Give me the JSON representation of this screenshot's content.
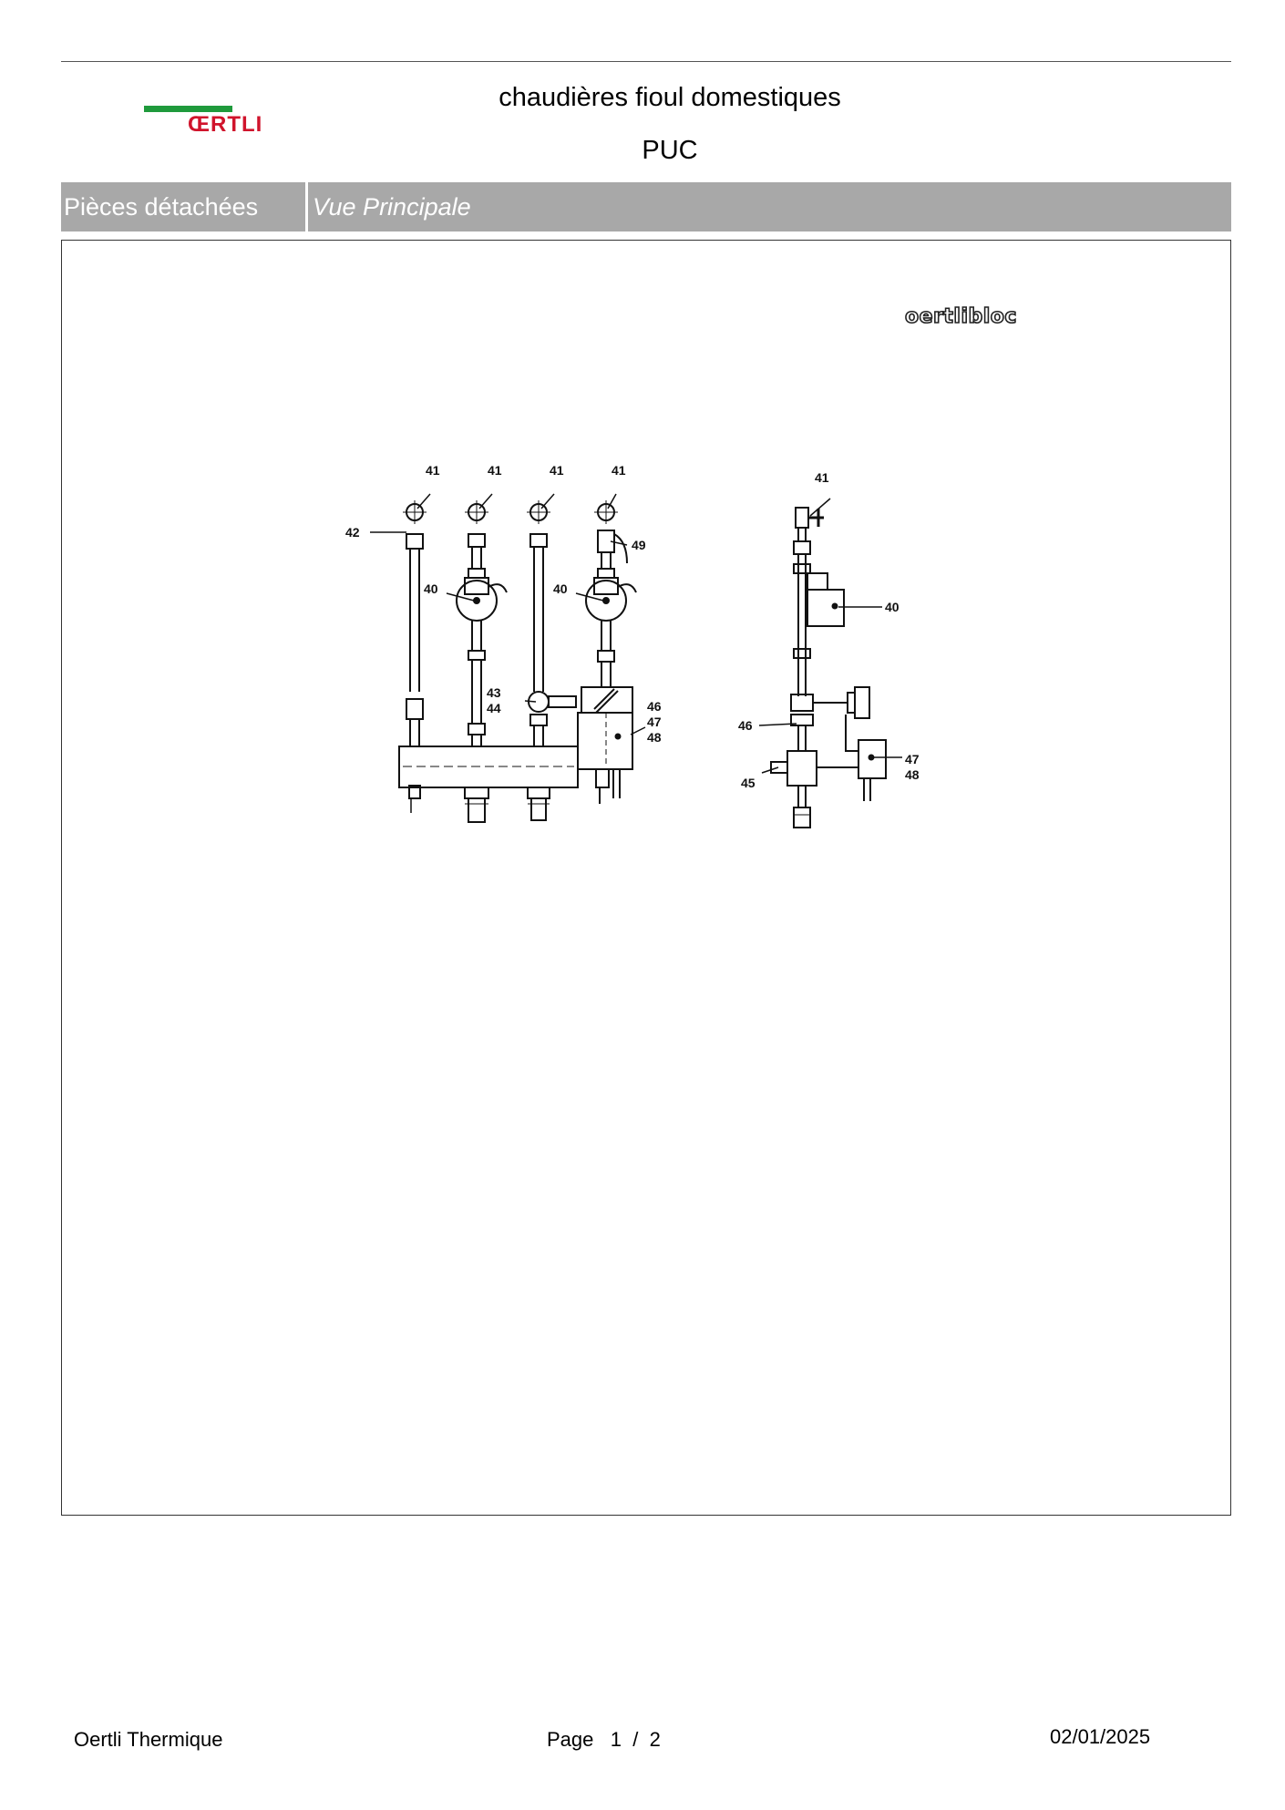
{
  "header": {
    "logo_text": "ŒRTLI",
    "title": "chaudières fioul domestiques",
    "subtitle": "PUC",
    "brand_accent": "#1f9a3c",
    "brand_red": "#d0142c"
  },
  "section_bar": {
    "category": "Pièces détachées",
    "view": "Vue Principale"
  },
  "drawing": {
    "brand_label": "oertlibloc",
    "front_view_labels": {
      "l41a": "41",
      "l41b": "41",
      "l41c": "41",
      "l41d": "41",
      "l42": "42",
      "l49": "49",
      "l40a": "40",
      "l40b": "40",
      "l43": "43",
      "l44": "44",
      "l46": "46",
      "l47": "47",
      "l48": "48"
    },
    "side_view_labels": {
      "l41": "41",
      "l40": "40",
      "l46": "46",
      "l45": "45",
      "l47": "47",
      "l48": "48"
    }
  },
  "footer": {
    "company": "Oertli Thermique",
    "page_word": "Page",
    "page_current": "1",
    "page_sep": "/",
    "page_total": "2",
    "date": "02/01/2025"
  }
}
